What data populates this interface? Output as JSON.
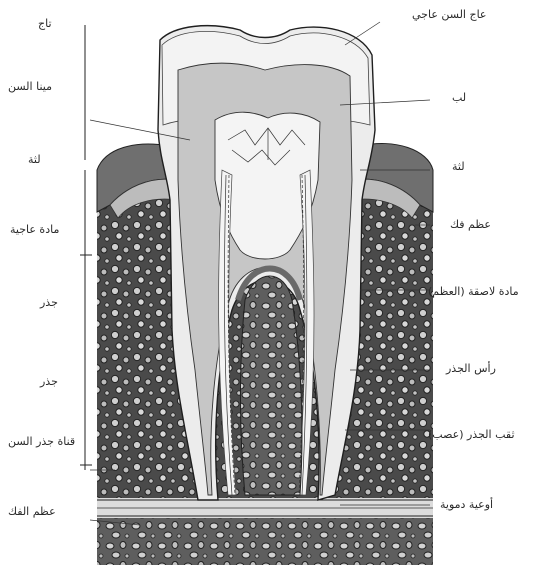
{
  "diagram": {
    "labels_left": [
      {
        "id": "crown",
        "text": "تاج"
      },
      {
        "id": "enamel",
        "text": "مينا السن"
      },
      {
        "id": "pulp-chamber",
        "text": "لثة"
      },
      {
        "id": "dentin-left",
        "text": "مادة عاجية"
      },
      {
        "id": "root-middle",
        "text": "جذر"
      },
      {
        "id": "root-lower",
        "text": "جذر"
      },
      {
        "id": "canal",
        "text": "قناة جذر السن"
      },
      {
        "id": "jaw-bone",
        "text": "عظم الفك"
      }
    ],
    "labels_right": [
      {
        "id": "enamel-cap",
        "text": "عاج السن عاجي"
      },
      {
        "id": "pulp",
        "text": "لب"
      },
      {
        "id": "gum",
        "text": "لثة"
      },
      {
        "id": "bone-tissue",
        "text": "عظم فك"
      },
      {
        "id": "periodontal",
        "text": "مادة لاصقة (العظم)"
      },
      {
        "id": "root-apex",
        "text": "رأس الجذر"
      },
      {
        "id": "nerve",
        "text": "ثقب الجذر (عصب)"
      },
      {
        "id": "vessels",
        "text": "أوعية دموية"
      }
    ],
    "colors": {
      "enamel": "#e9e9e9",
      "dentin": "#c4c4c4",
      "pulp": "#f4f4f4",
      "gum": "#7e7e7e",
      "bone_bg": "#5a5a5a",
      "bone_cell": "#c9c9c9",
      "cementum": "#a9a9a9",
      "line": "#1f1f1f"
    }
  }
}
